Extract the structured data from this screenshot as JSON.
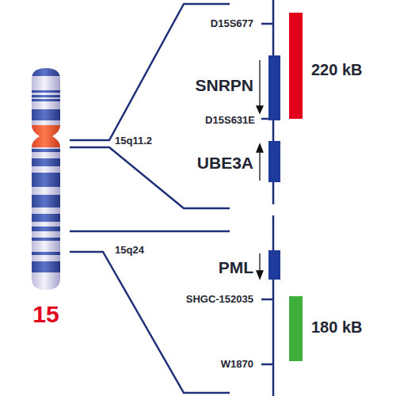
{
  "diagram": {
    "labels": [
      "15",
      "15q11.2",
      "D15S677",
      "SNRPN",
      "220 kB",
      "D15S631E",
      "UBE3A",
      "15q24",
      "PML",
      "SHGC-152035",
      "180 kB",
      "W1870"
    ]
  }
}
